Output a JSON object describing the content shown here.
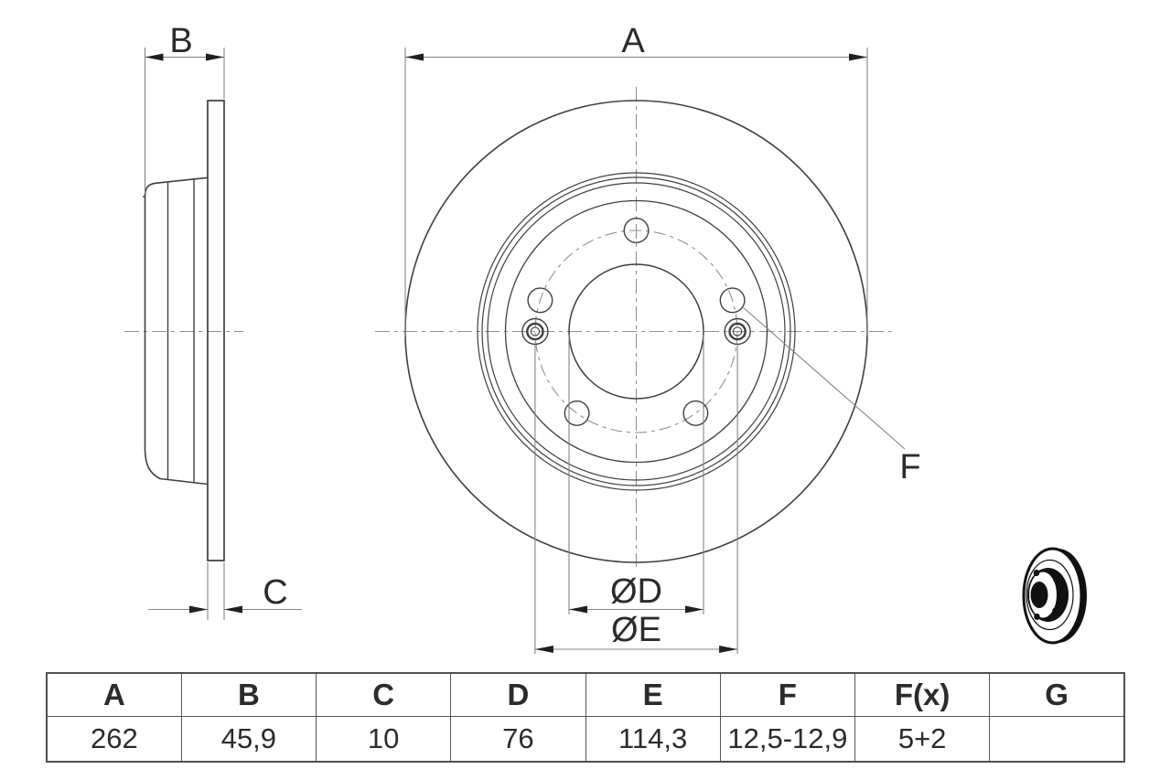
{
  "drawing": {
    "labels": {
      "a": "A",
      "b": "B",
      "c": "C",
      "f": "F",
      "od": "ØD",
      "oe": "ØE"
    },
    "icon": "brake-disc-3d-icon",
    "colors": {
      "outline": "#3f3f3f",
      "thin_line": "#848484",
      "centerline": "#909090",
      "arrow": "#1f1f1f",
      "text": "#2b2b2b",
      "table_border": "#575757"
    }
  },
  "table": {
    "headers": [
      "A",
      "B",
      "C",
      "D",
      "E",
      "F",
      "F(x)",
      "G"
    ],
    "values": [
      "262",
      "45,9",
      "10",
      "76",
      "114,3",
      "12,5-12,9",
      "5+2",
      ""
    ]
  }
}
